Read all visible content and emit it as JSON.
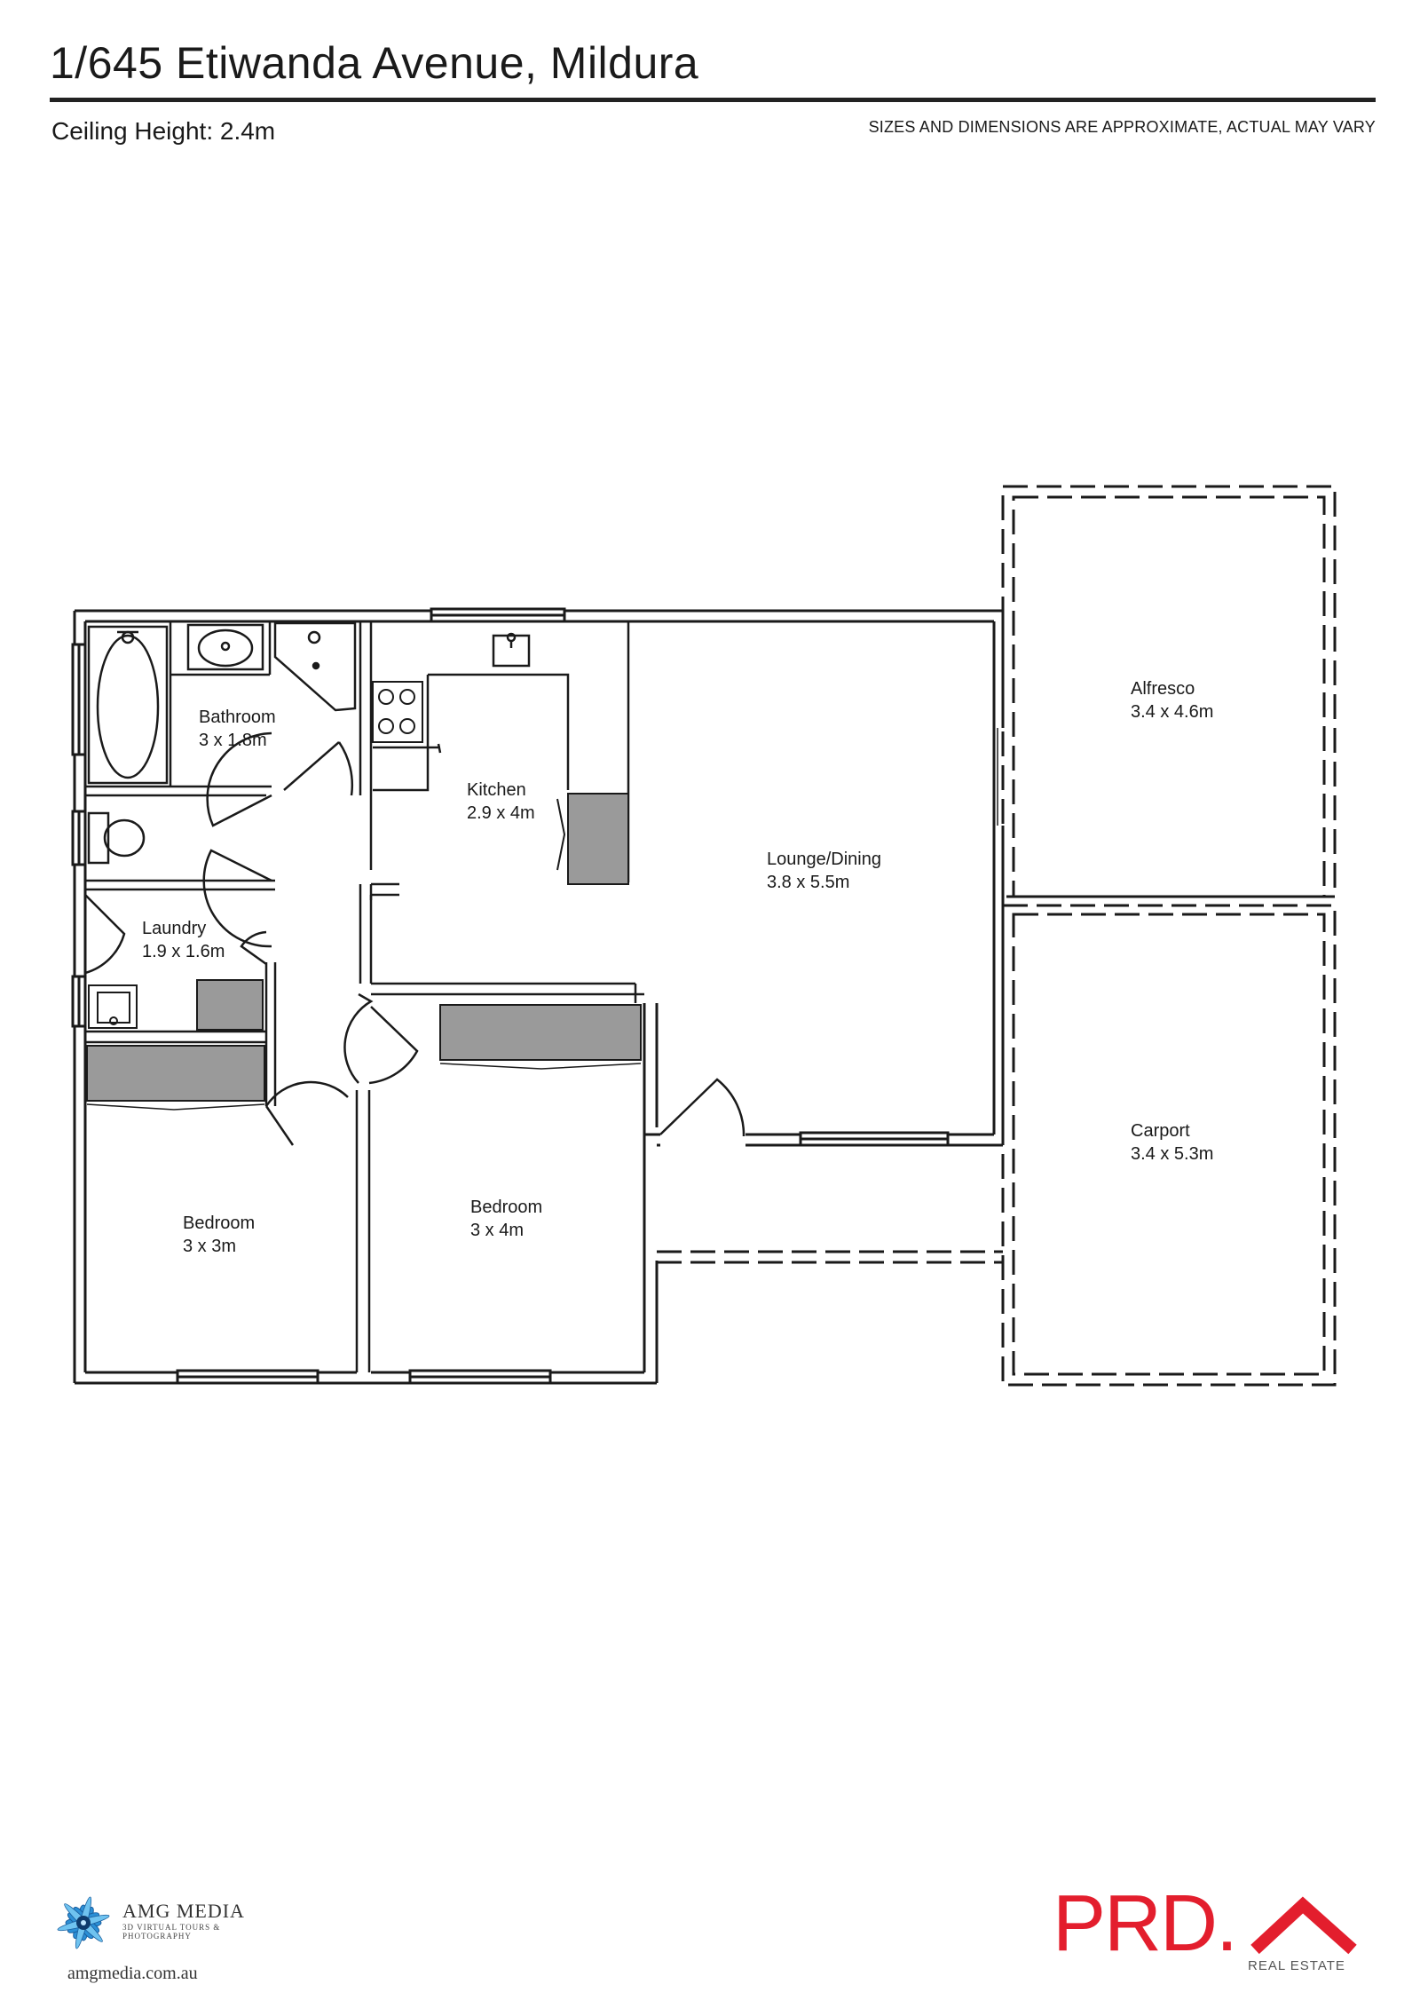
{
  "header": {
    "title": "1/645 Etiwanda Avenue, Mildura",
    "ceiling": "Ceiling Height: 2.4m",
    "disclaimer": "SIZES AND DIMENSIONS ARE APPROXIMATE, ACTUAL MAY VARY"
  },
  "rooms": [
    {
      "name": "Bathroom",
      "size": "3 x 1.8m"
    },
    {
      "name": "Kitchen",
      "size": "2.9 x 4m"
    },
    {
      "name": "Lounge/Dining",
      "size": "3.8 x 5.5m"
    },
    {
      "name": "Alfresco",
      "size": "3.4 x 4.6m"
    },
    {
      "name": "Laundry",
      "size": "1.9 x 1.6m"
    },
    {
      "name": "Bedroom",
      "size": "3 x 3m"
    },
    {
      "name": "Bedroom",
      "size": "3 x 4m"
    },
    {
      "name": "Carport",
      "size": "3.4 x 5.3m"
    }
  ],
  "footer": {
    "amg_name": "AMG MEDIA",
    "amg_tagline": "3D VIRTUAL TOURS & PHOTOGRAPHY",
    "amg_url": "amgmedia.com.au",
    "prd_word": "PRD.",
    "prd_sub": "REAL ESTATE"
  },
  "colors": {
    "wall": "#1a1a1a",
    "fixture_fill": "#9a9a9a",
    "brand_red": "#e31e2d"
  },
  "icons": [
    "bathtub-icon",
    "basin-icon",
    "toilet-icon",
    "stove-icon",
    "sink-icon",
    "amg-mandala-icon",
    "prd-roof-icon"
  ]
}
